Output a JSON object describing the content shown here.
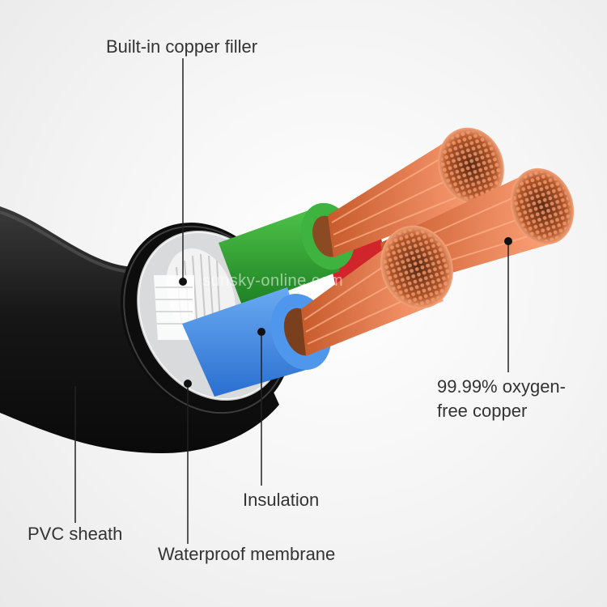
{
  "labels": {
    "filler": "Built-in copper filler",
    "copper_line1": "99.99% oxygen-",
    "copper_line2": "free copper",
    "insulation": "Insulation",
    "pvc": "PVC sheath",
    "membrane": "Waterproof membrane"
  },
  "watermark": "sunsky-online.com",
  "colors": {
    "sheath": "#1a1a1a",
    "green": "#2aa22f",
    "blue": "#3c8be8",
    "red": "#d0262b",
    "copper": "#f08a57",
    "leader": "#222222"
  }
}
